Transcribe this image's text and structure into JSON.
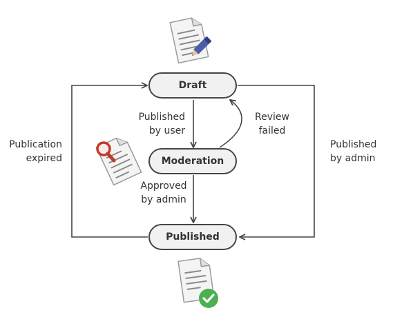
{
  "states": {
    "draft": "Draft",
    "moderation": "Moderation",
    "published": "Published"
  },
  "transitions": {
    "published_by_user": [
      "Published",
      "by user"
    ],
    "review_failed": [
      "Review",
      "failed"
    ],
    "approved_by_admin": [
      "Approved",
      "by admin"
    ],
    "publication_expired": [
      "Publication",
      "expired"
    ],
    "published_by_admin": [
      "Published",
      "by admin"
    ]
  },
  "icons": {
    "draft": "document-pencil-icon",
    "moderation": "document-magnifier-icon",
    "published": "document-checkmark-icon"
  },
  "colors": {
    "node_fill": "#f1f1f1",
    "stroke": "#444444",
    "pencil": "#4a5fa8",
    "magnifier": "#c0392b",
    "check": "#4caf50"
  }
}
